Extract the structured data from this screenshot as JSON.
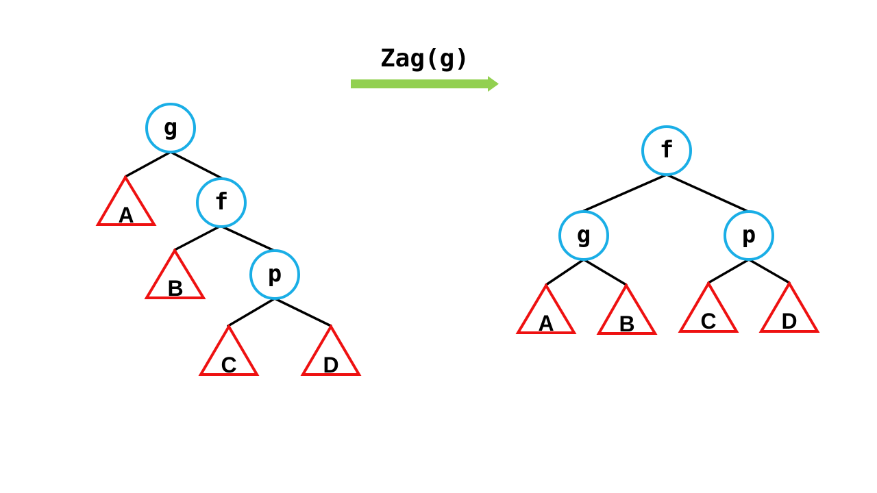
{
  "operation": {
    "label": "Zag(g)",
    "arrow_color": "#92d050",
    "direction": "right"
  },
  "colors": {
    "node_stroke": "#1aaee6",
    "subtree_stroke": "#ee1111",
    "edge": "#000000"
  },
  "before_tree": {
    "nodes": [
      {
        "id": "g",
        "label": "g"
      },
      {
        "id": "f",
        "label": "f"
      },
      {
        "id": "p",
        "label": "p"
      }
    ],
    "subtrees": [
      {
        "id": "A",
        "label": "A"
      },
      {
        "id": "B",
        "label": "B"
      },
      {
        "id": "C",
        "label": "C"
      },
      {
        "id": "D",
        "label": "D"
      }
    ],
    "edges": [
      [
        "g",
        "A"
      ],
      [
        "g",
        "f"
      ],
      [
        "f",
        "B"
      ],
      [
        "f",
        "p"
      ],
      [
        "p",
        "C"
      ],
      [
        "p",
        "D"
      ]
    ]
  },
  "after_tree": {
    "nodes": [
      {
        "id": "f",
        "label": "f"
      },
      {
        "id": "g",
        "label": "g"
      },
      {
        "id": "p",
        "label": "p"
      }
    ],
    "subtrees": [
      {
        "id": "A",
        "label": "A"
      },
      {
        "id": "B",
        "label": "B"
      },
      {
        "id": "C",
        "label": "C"
      },
      {
        "id": "D",
        "label": "D"
      }
    ],
    "edges": [
      [
        "f",
        "g"
      ],
      [
        "f",
        "p"
      ],
      [
        "g",
        "A"
      ],
      [
        "g",
        "B"
      ],
      [
        "p",
        "C"
      ],
      [
        "p",
        "D"
      ]
    ]
  }
}
